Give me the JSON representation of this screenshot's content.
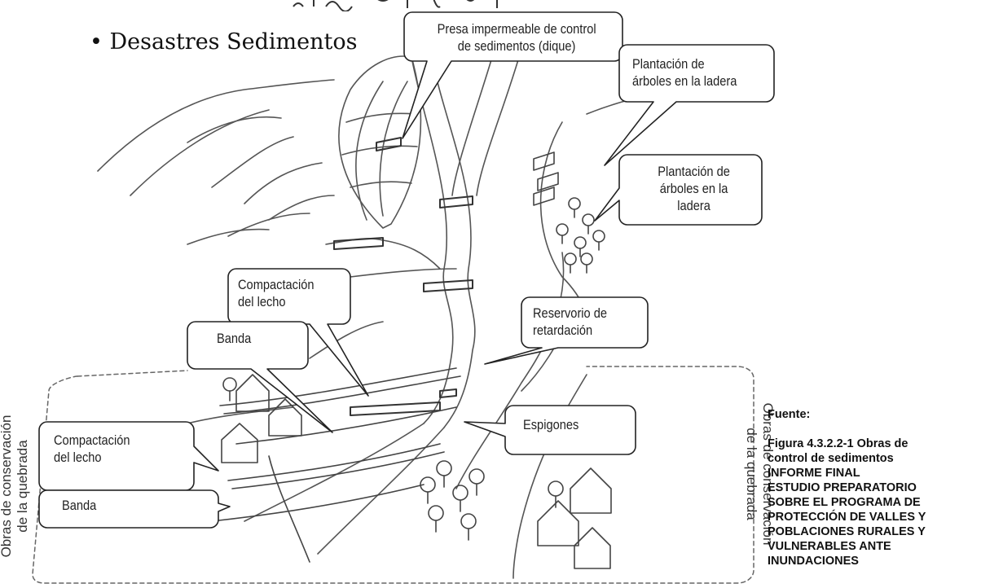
{
  "title": "• Desastres Sedimentos",
  "callouts": {
    "presa": "Presa impermeable de control\nde sedimentos (dique)",
    "plantacion_top": "Plantación           de\nárboles en la ladera",
    "plantacion_mid": "Plantación de\nárboles en la\nladera",
    "compactacion_top": "Compactación\ndel lecho",
    "reservorio": "Reservorio    de\nretardación",
    "banda_top": "Banda",
    "espigones": "Espigones",
    "compactacion_left": "Compactación\ndel lecho",
    "banda_left": "Banda"
  },
  "side_labels": {
    "left": "Obras de conservación\nde la quebrada",
    "right": "Obras de conservación\nde la quebrada"
  },
  "source": {
    "label": "Fuente:",
    "text": "Figura 4.3.2.2-1 Obras de\ncontrol de sedimentos\nINFORME FINAL\nESTUDIO PREPARATORIO\nSOBRE EL PROGRAMA DE\nPROTECCIÓN DE VALLES Y\nPOBLACIONES RURALES Y\nVULNERABLES ANTE\nINUNDACIONES"
  }
}
